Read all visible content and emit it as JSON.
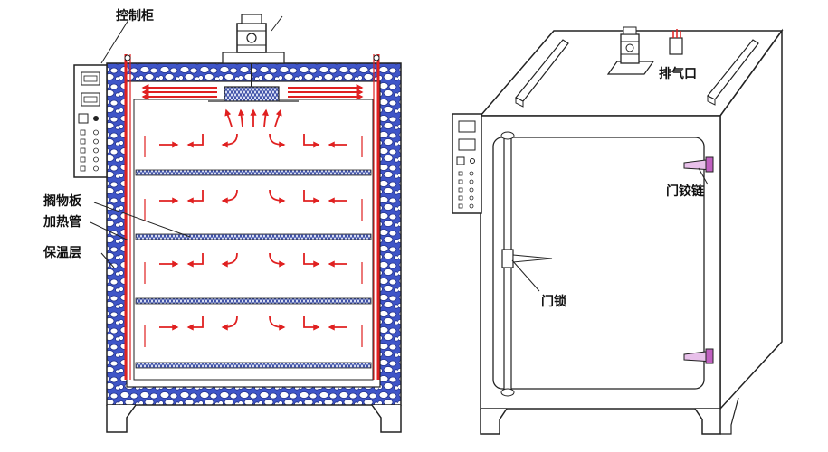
{
  "labels": {
    "control_cabinet": "控制柜",
    "shelf": "搁物板",
    "heating_tube": "加热管",
    "insulation": "保温层",
    "exhaust": "排气口",
    "hinge": "门铰链",
    "door_lock": "门锁"
  },
  "icons": {
    "fan_motor": "fan-motor-icon",
    "exhaust_vent": "exhaust-vent-icon",
    "door_hinge": "hinge-icon",
    "door_lock": "lock-handle-icon"
  },
  "colors": {
    "outline": "#222222",
    "insulation_fill": "#3f55c8",
    "airflow": "#e02020",
    "shelf": "#4a5fb8",
    "hinge": "#c060c0",
    "background": "#ffffff"
  }
}
